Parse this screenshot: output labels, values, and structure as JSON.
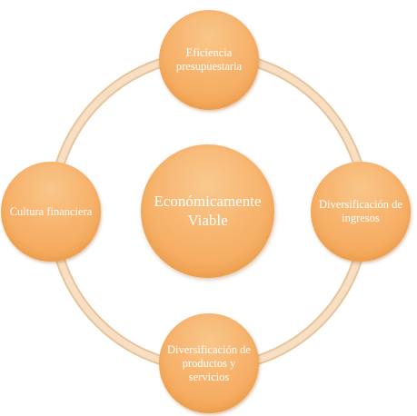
{
  "diagram": {
    "center": {
      "label": "Económicamente Viable"
    },
    "nodes": {
      "top": {
        "label": "Eficiencia presupuestaria"
      },
      "right": {
        "label": "Diversificación de ingresos"
      },
      "bottom": {
        "label": "Diversificación de productos y servicios"
      },
      "left": {
        "label": "Cultura financiera"
      }
    },
    "colors": {
      "node_fill": "#f7b36d",
      "node_fill_dark": "#f2a24f",
      "ring": "#f3d3ae",
      "text": "#ffffff"
    }
  }
}
